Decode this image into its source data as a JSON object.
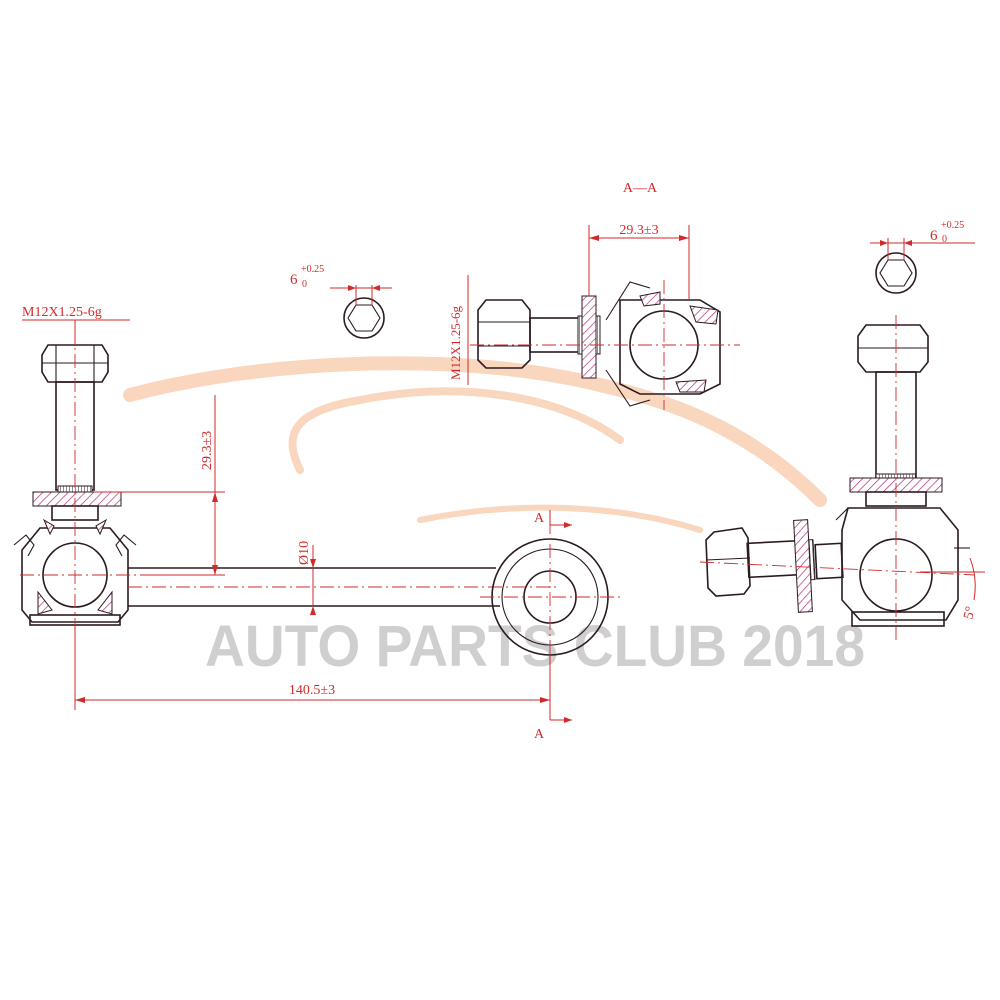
{
  "watermark": "AUTO PARTS CLUB 2018",
  "colors": {
    "dimension": "#d22a2a",
    "outline": "#2b1a1f",
    "hatch": "#b0307a",
    "watermark": "#cfcfcf",
    "swoosh": "#f5b58a"
  },
  "section_title": "A—A",
  "section_markers": {
    "top": "A",
    "bottom": "A"
  },
  "dimensions": {
    "thread_left": "M12X1.25-6g",
    "thread_section": "M12X1.25-6g",
    "stud_height": "29.3±3",
    "section_stud": "29.3±3",
    "rod_diameter": "Ø10",
    "overall_length": "140.5±3",
    "angle": "5°"
  },
  "hex_sockets": [
    {
      "label": "6",
      "tol_upper": "+0.25",
      "tol_lower": "0"
    },
    {
      "label": "6",
      "tol_upper": "+0.25",
      "tol_lower": "0"
    }
  ]
}
